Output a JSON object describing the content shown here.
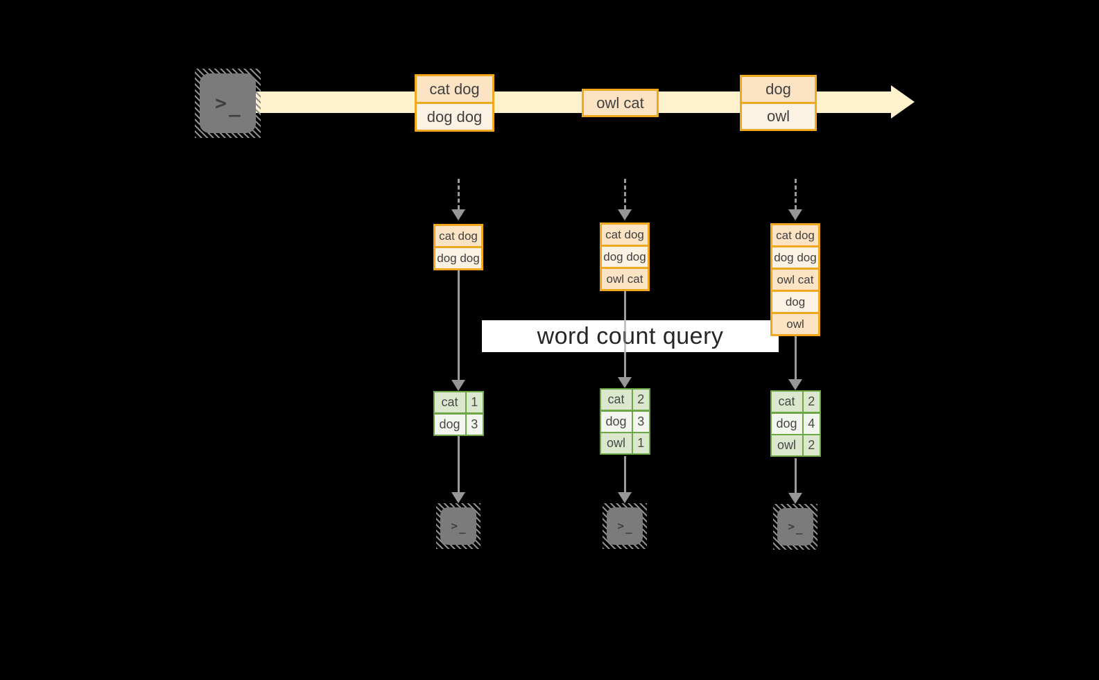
{
  "banner": {
    "label": "word count query"
  },
  "stream": {
    "events": [
      {
        "rows": [
          "cat dog",
          "dog dog"
        ]
      },
      {
        "rows": [
          "owl cat"
        ]
      },
      {
        "rows": [
          "dog",
          "owl"
        ]
      }
    ]
  },
  "columns": [
    {
      "buffer": [
        "cat dog",
        "dog dog"
      ],
      "table": [
        {
          "word": "cat",
          "count": "1"
        },
        {
          "word": "dog",
          "count": "3"
        }
      ]
    },
    {
      "buffer": [
        "cat dog",
        "dog dog",
        "owl cat"
      ],
      "table": [
        {
          "word": "cat",
          "count": "2"
        },
        {
          "word": "dog",
          "count": "3"
        },
        {
          "word": "owl",
          "count": "1"
        }
      ]
    },
    {
      "buffer": [
        "cat dog",
        "dog dog",
        "owl cat",
        "dog",
        "owl"
      ],
      "table": [
        {
          "word": "cat",
          "count": "2"
        },
        {
          "word": "dog",
          "count": "4"
        },
        {
          "word": "owl",
          "count": "2"
        }
      ]
    }
  ],
  "icons": {
    "terminal_prompt": ">",
    "terminal_cursor": "_"
  },
  "colors": {
    "amber_border": "#F1A81F",
    "peach_dark": "#FBE3C3",
    "peach_light": "#FCF2E3",
    "stream_fill": "#FFF2CC",
    "green_border": "#6CA746",
    "cell_green": "#DCE8CD",
    "cell_white": "#F3F6EE",
    "connector_gray": "#9B9B9B",
    "terminal_gray": "#7B7B7B",
    "background": "#000000"
  }
}
